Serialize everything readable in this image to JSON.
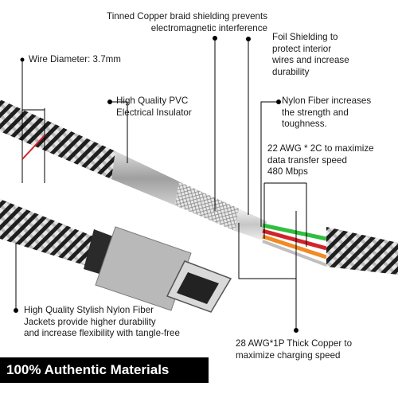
{
  "callouts": {
    "braid_shielding": "Tinned Copper braid shielding prevents\nelectromagnetic interference",
    "wire_diameter": "Wire Diameter: 3.7mm",
    "foil_shielding": "Foil Shielding to\nprotect interior\nwires and increase\ndurability",
    "pvc_insulator": "High Quality PVC\nElectrical Insulator",
    "nylon_fiber": "Nylon Fiber increases\nthe strength and\ntoughness.",
    "data_wires": "22 AWG * 2C to maximize\ndata transfer speed\n480 Mbps",
    "nylon_jacket": "High Quality Stylish Nylon Fiber\nJackets provide higher durability\nand increase flexibility with tangle-free",
    "power_wires": "28 AWG*1P  Thick Copper to\nmaximize charging speed"
  },
  "banner": {
    "text": "100% Authentic Materials"
  },
  "colors": {
    "braid_light": "#e8e8e8",
    "braid_dark": "#202020",
    "connector_shell": "#b9b9b9",
    "wire_green": "#2fbf3f",
    "wire_red": "#d2232a",
    "wire_orange": "#f08a24",
    "dimension_red": "#d2232a"
  }
}
